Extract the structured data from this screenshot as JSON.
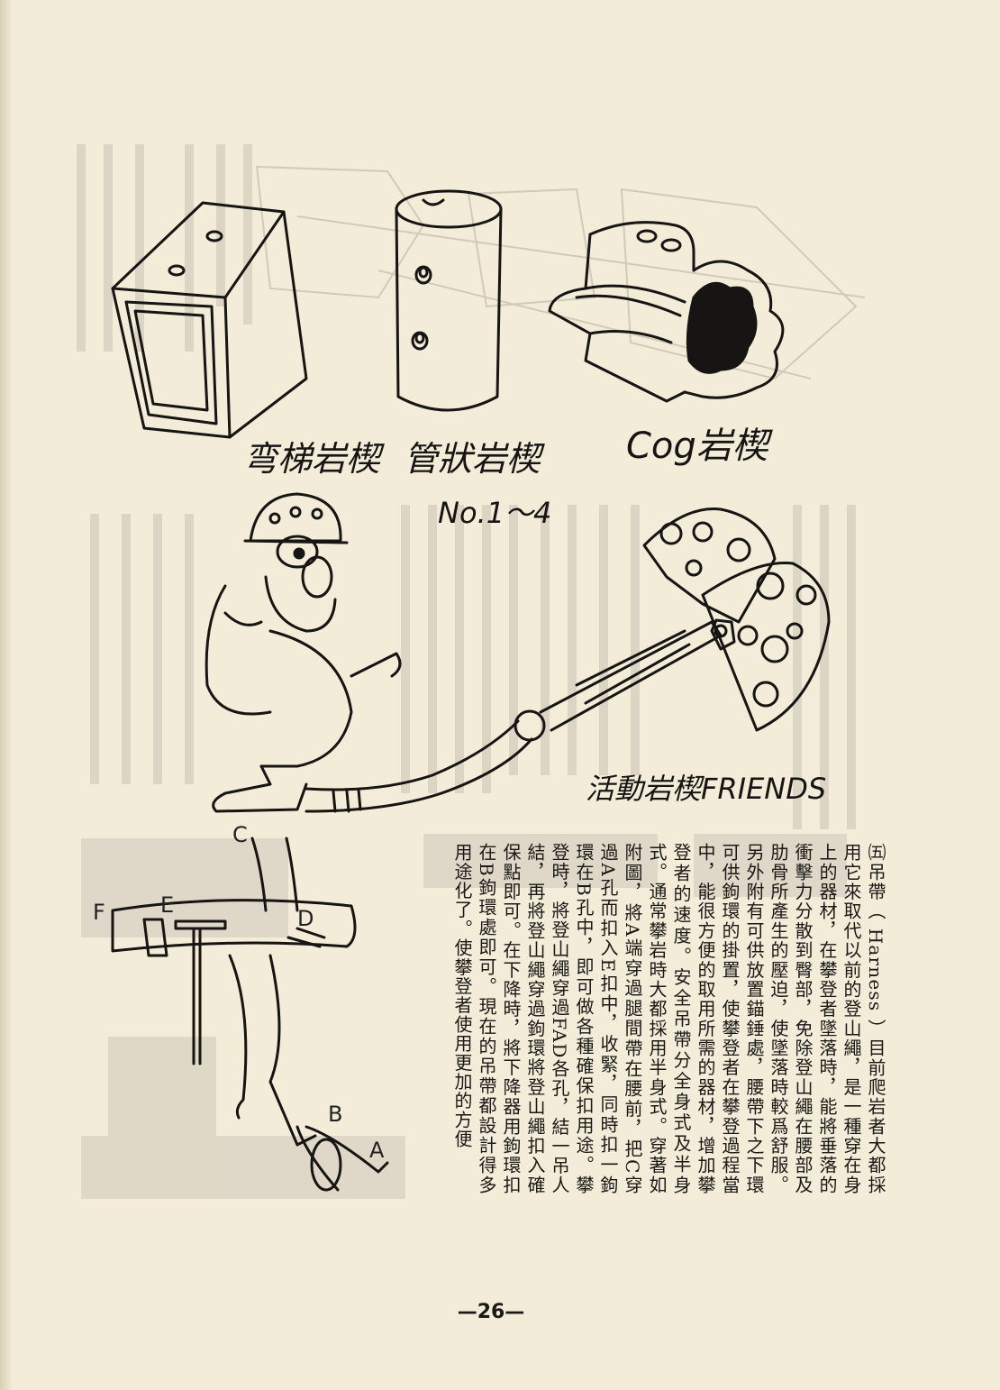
{
  "captions": {
    "offset_nut": "弯梯岩楔",
    "tube_chock": "管狀岩楔",
    "cog_chock": "Cog岩楔",
    "figure_number": "No.1～4",
    "friends": "活動岩楔FRIENDS"
  },
  "harness_labels": {
    "c": "C",
    "f": "F",
    "e": "E",
    "d": "D",
    "b": "B",
    "a": "A"
  },
  "body": {
    "paragraph1": "㈤吊帶（ Harness ）目前爬岩者大都採用它來取代以前的登山繩，是一種穿在身上的器材，在攀登者墜落時，能將垂落的衝擊力分散到臀部，免除登山繩在腰部及肋骨所產生的壓迫，使墜落時較爲舒服。另外附有可供放置錨錘處，腰帶下之下環可供鉤環的掛置，使攀登者在攀登過程當中，能很方便的取用所需的器材，增加攀登者的速度。安全吊帶分全身式及半身式。通常攀岩時大都採用半身式。穿著如附圖，將A端穿過腿間帶在腰前，把C穿過A孔而扣入E扣中，收緊，同時扣一鉤環在B孔中，即可做各種確保扣用途。攀登時，將登山繩穿過FAD各孔，結一吊人結，再將登山繩穿過鉤環將登山繩扣入確保點即可。在下降時，將下降器用鉤環扣在B鉤環處即可。現在的吊帶都設計得多用途化了。使攀登者使用更加的方便"
  },
  "page_number": "—26—",
  "colors": {
    "paper": "#f2ecd9",
    "ink": "#1b1916",
    "bleed": "#b9b3a6"
  }
}
